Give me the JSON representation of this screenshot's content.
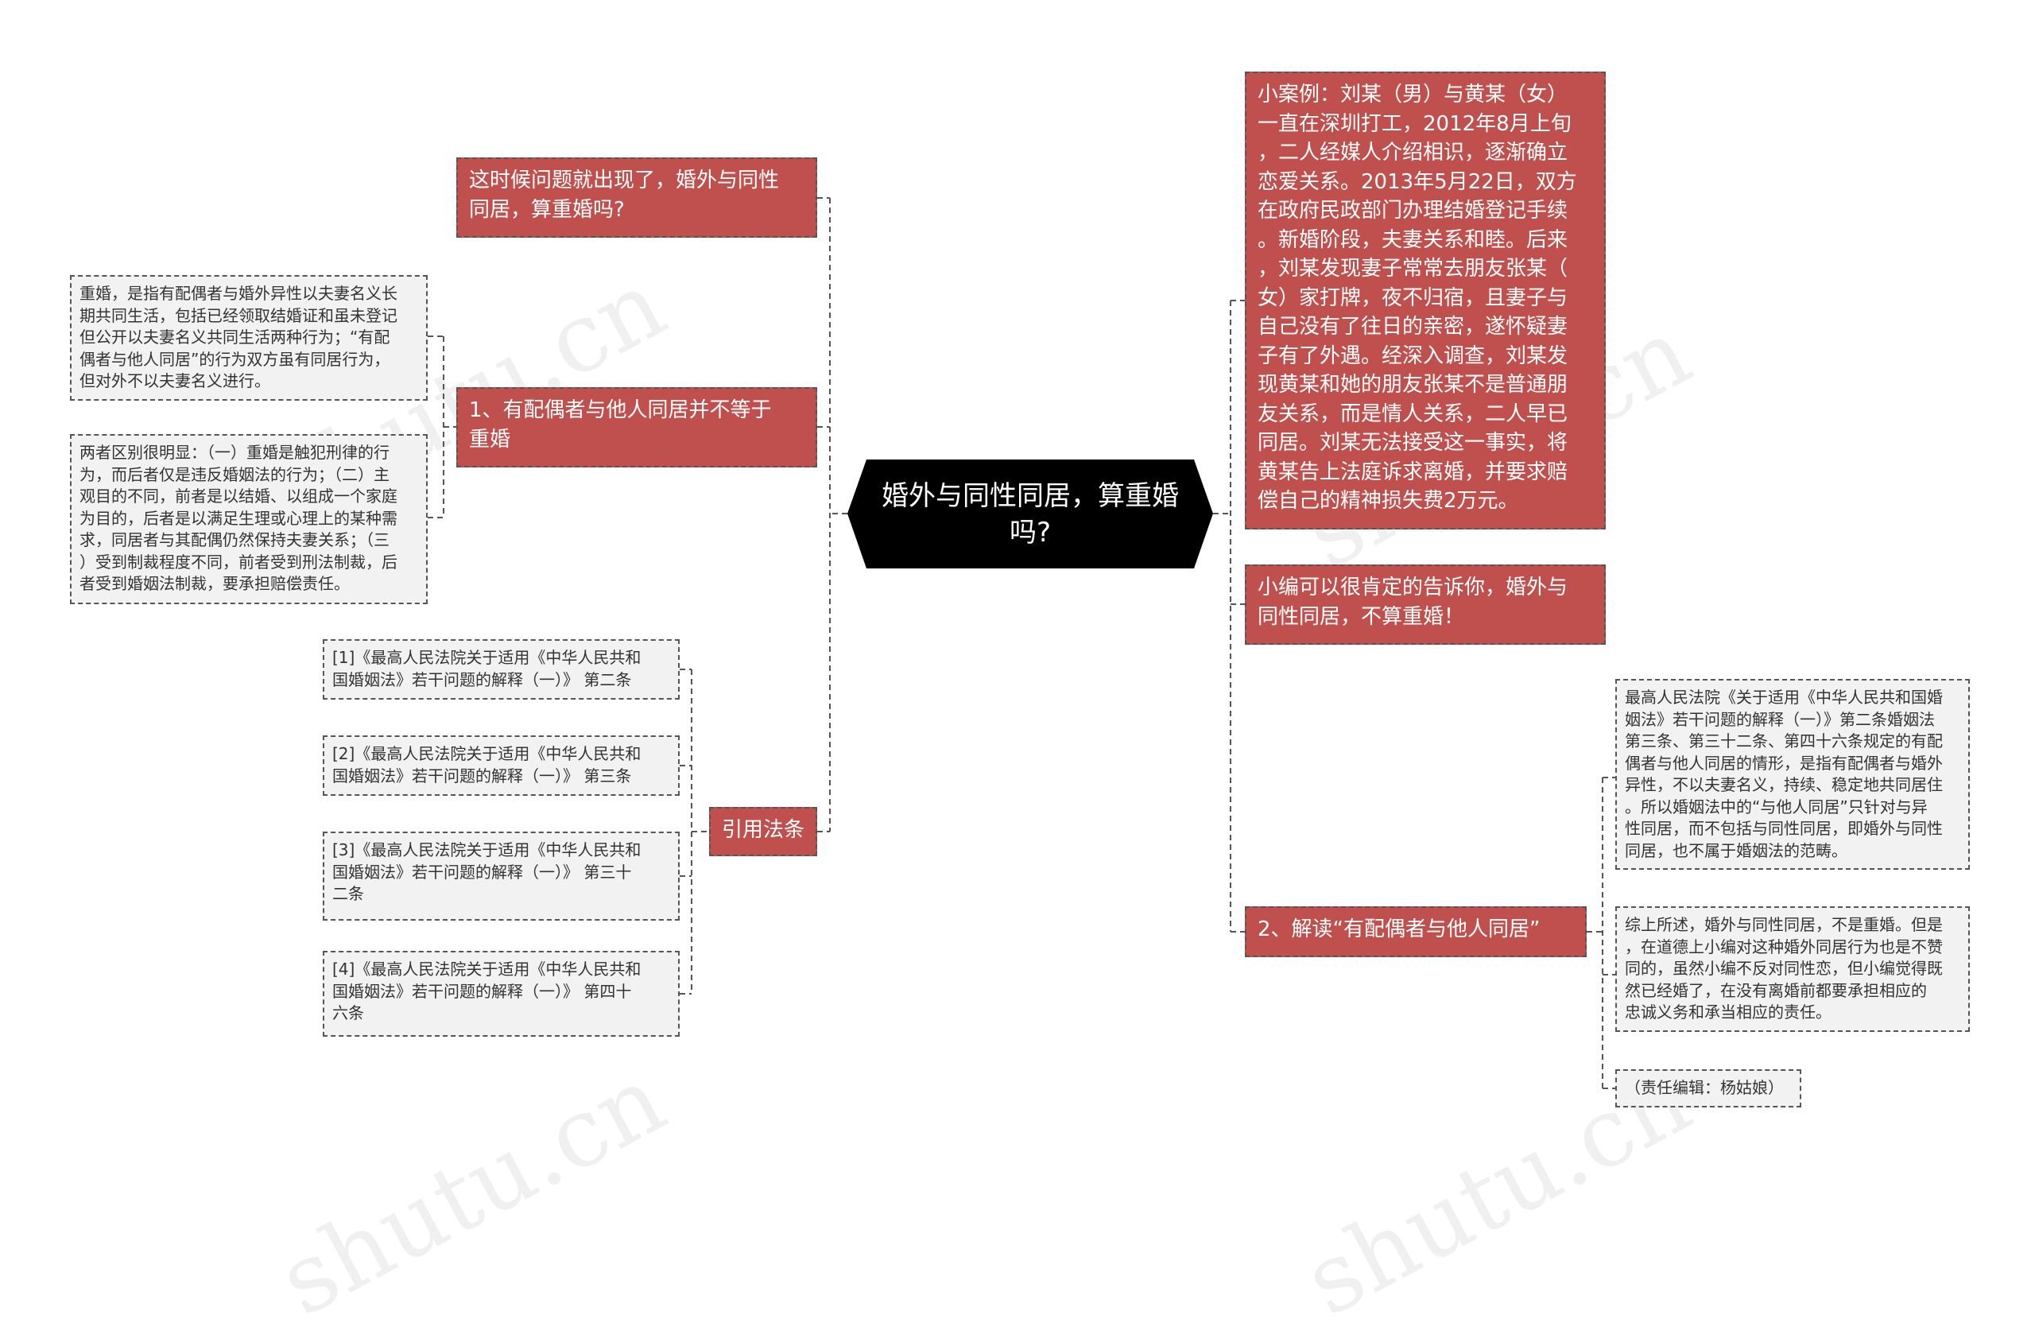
{
  "root": {
    "title": "婚外与同性同居，算重婚\n吗?"
  },
  "left": {
    "q": "这时候问题就出现了，婚外与同性\n同居，算重婚吗?",
    "b1": {
      "title": "1、有配偶者与他人同居并不等于\n重婚",
      "def": "重婚，是指有配偶者与婚外异性以夫妻名义长\n期共同生活，包括已经领取结婚证和虽未登记\n但公开以夫妻名义共同生活两种行为；“有配\n偶者与他人同居”的行为双方虽有同居行为，\n但对外不以夫妻名义进行。",
      "diff": "两者区别很明显：（一）重婚是触犯刑律的行\n为，而后者仅是违反婚姻法的行为；（二）主\n观目的不同，前者是以结婚、以组成一个家庭\n为目的，后者是以满足生理或心理上的某种需\n求，同居者与其配偶仍然保持夫妻关系；（三\n）受到制裁程度不同，前者受到刑法制裁，后\n者受到婚姻法制裁，要承担赔偿责任。"
    },
    "refs": {
      "title": "引用法条",
      "items": [
        "[1]《最高人民法院关于适用《中华人民共和\n国婚姻法》若干问题的解释（一）》 第二条",
        "[2]《最高人民法院关于适用《中华人民共和\n国婚姻法》若干问题的解释（一）》 第三条",
        "[3]《最高人民法院关于适用《中华人民共和\n国婚姻法》若干问题的解释（一）》 第三十\n二条",
        "[4]《最高人民法院关于适用《中华人民共和\n国婚姻法》若干问题的解释（一）》 第四十\n六条"
      ]
    }
  },
  "right": {
    "case": "小案例：刘某（男）与黄某（女）\n一直在深圳打工，2012年8月上旬\n，二人经媒人介绍相识，逐渐确立\n恋爱关系。2013年5月22日，双方\n在政府民政部门办理结婚登记手续\n。新婚阶段，夫妻关系和睦。后来\n，刘某发现妻子常常去朋友张某（\n女）家打牌，夜不归宿，且妻子与\n自己没有了往日的亲密，遂怀疑妻\n子有了外遇。经深入调查，刘某发\n现黄某和她的朋友张某不是普通朋\n友关系，而是情人关系，二人早已\n同居。刘某无法接受这一事实，将\n黄某告上法庭诉求离婚，并要求赔\n偿自己的精神损失费2万元。",
    "answer": "小编可以很肯定的告诉你，婚外与\n同性同居，不算重婚！",
    "b2": {
      "title": "2、解读“有配偶者与他人同居”",
      "explain": "最高人民法院《关于适用《中华人民共和国婚\n姻法》若干问题的解释（一）》第二条婚姻法\n第三条、第三十二条、第四十六条规定的有配\n偶者与他人同居的情形，是指有配偶者与婚外\n异性，不以夫妻名义，持续、稳定地共同居住\n。所以婚姻法中的“与他人同居”只针对与异\n性同居，而不包括与同性同居，即婚外与同性\n同居，也不属于婚姻法的范畴。",
      "summary": "综上所述，婚外与同性同居，不是重婚。但是\n，在道德上小编对这种婚外同居行为也是不赞\n同的，虽然小编不反对同性恋，但小编觉得既\n然已经婚了，在没有离婚前都要承担相应的\n忠诚义务和承当相应的责任。",
      "editor": "（责任编辑：杨姑娘）"
    }
  },
  "watermark": "shutu.cn",
  "colors": {
    "red_node": "#c0504d",
    "grey_node": "#f2f2f2",
    "root": "#000000",
    "line": "#555555"
  }
}
